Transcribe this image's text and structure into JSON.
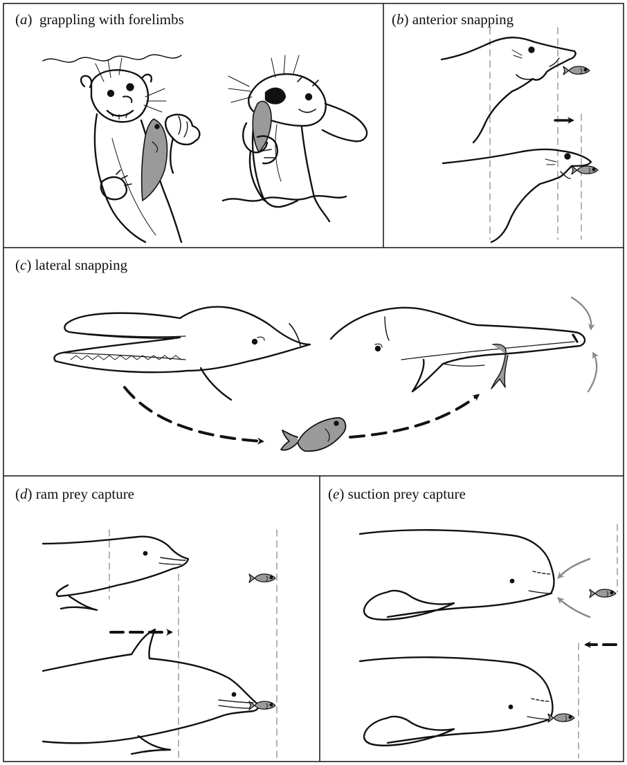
{
  "panels": {
    "a": {
      "letter": "a",
      "title": "grappling with forelimbs"
    },
    "b": {
      "letter": "b",
      "title": "anterior snapping"
    },
    "c": {
      "letter": "c",
      "title": "lateral snapping"
    },
    "d": {
      "letter": "d",
      "title": "ram prey capture"
    },
    "e": {
      "letter": "e",
      "title": "suction prey capture"
    }
  },
  "colors": {
    "line": "#111111",
    "fish": "#9a9a9a",
    "guide": "#9a9a9a",
    "flow_arrow": "#8a8a8a"
  }
}
